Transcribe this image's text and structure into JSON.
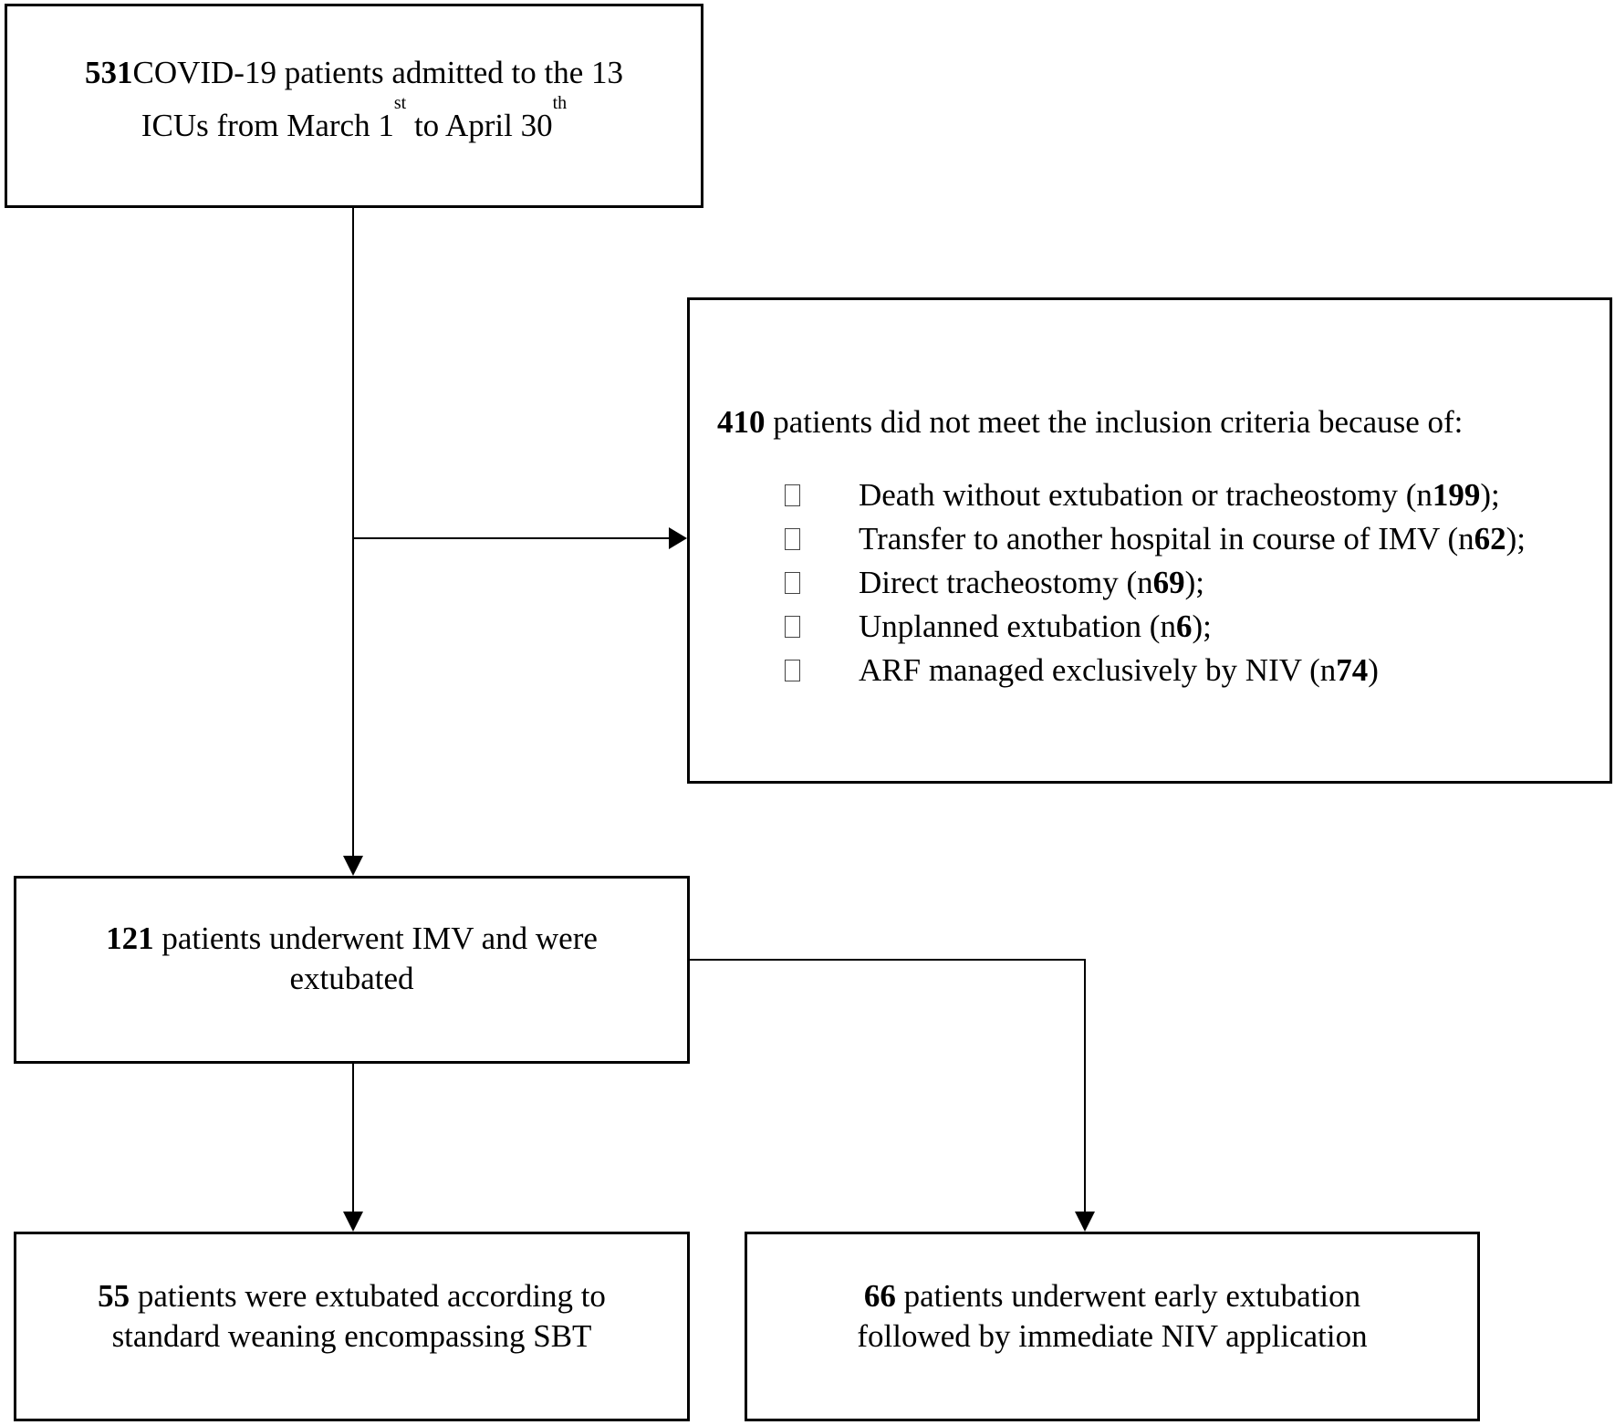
{
  "boxes": {
    "top": {
      "count": "531",
      "line1_rest": "COVID-19 patients admitted to the 13",
      "line2_a": "ICUs from March 1",
      "line2_sup1": "st",
      "line2_b": " to April 30",
      "line2_sup2": "th"
    },
    "exclusion": {
      "count": "410",
      "heading_rest": " patients did not meet the inclusion criteria because of:",
      "items": [
        {
          "text": "Death without extubation or tracheostomy (n ",
          "n": "199",
          "end": ");"
        },
        {
          "text": "Transfer to another hospital in course of IMV (n ",
          "n": "62",
          "end": ");"
        },
        {
          "text": "Direct tracheostomy (n ",
          "n": "69",
          "end": ");"
        },
        {
          "text": "Unplanned extubation (n ",
          "n": "6",
          "end": ");"
        },
        {
          "text": "ARF managed exclusively by NIV (n ",
          "n": "74",
          "end": ")"
        }
      ]
    },
    "middle": {
      "count": "121",
      "line1_rest": " patients underwent IMV and were",
      "line2": "extubated"
    },
    "left": {
      "count": "55",
      "line1_rest": " patients were extubated according to",
      "line2": "standard weaning encompassing SBT"
    },
    "right": {
      "count": "66",
      "line1_rest": " patients underwent early extubation",
      "line2": "followed by immediate NIV application"
    }
  }
}
